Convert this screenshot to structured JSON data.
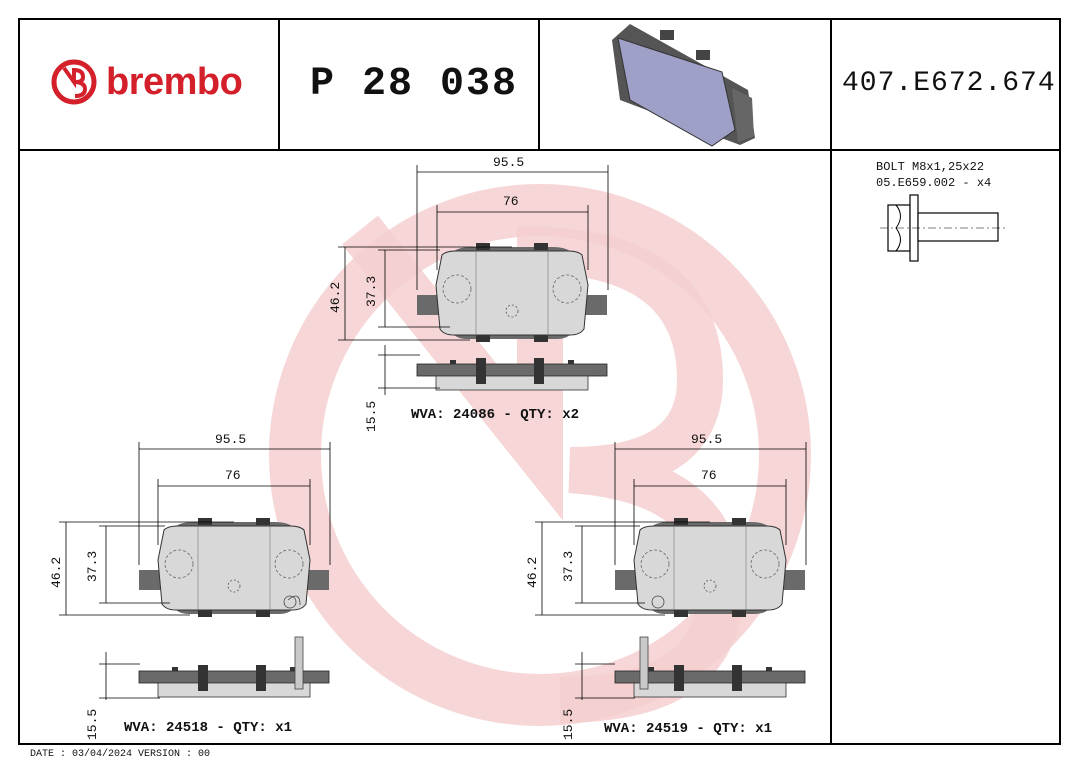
{
  "header": {
    "brand": "brembo",
    "part_number": "P 28 038",
    "reference_code": "407.E672.674"
  },
  "bolt": {
    "line1": "BOLT M8x1,25x22",
    "line2": "05.E659.002 - x4"
  },
  "views": [
    {
      "width_outer": "95.5",
      "width_inner": "76",
      "height_outer": "46.2",
      "height_inner": "37.3",
      "thickness": "15.5",
      "wva_label": "WVA: 24086 - QTY: x2"
    },
    {
      "width_outer": "95.5",
      "width_inner": "76",
      "height_outer": "46.2",
      "height_inner": "37.3",
      "thickness": "15.5",
      "wva_label": "WVA: 24518 - QTY: x1"
    },
    {
      "width_outer": "95.5",
      "width_inner": "76",
      "height_outer": "46.2",
      "height_inner": "37.3",
      "thickness": "15.5",
      "wva_label": "WVA: 24519 - QTY: x1"
    }
  ],
  "footer": {
    "text": "DATE : 03/04/2024 VERSION : 00"
  },
  "colors": {
    "brand_red": "#d4202a",
    "watermark_pink": "#f6d3d3",
    "pad_gray": "#d8d8d8",
    "backplate_dark": "#6a6a6a"
  }
}
